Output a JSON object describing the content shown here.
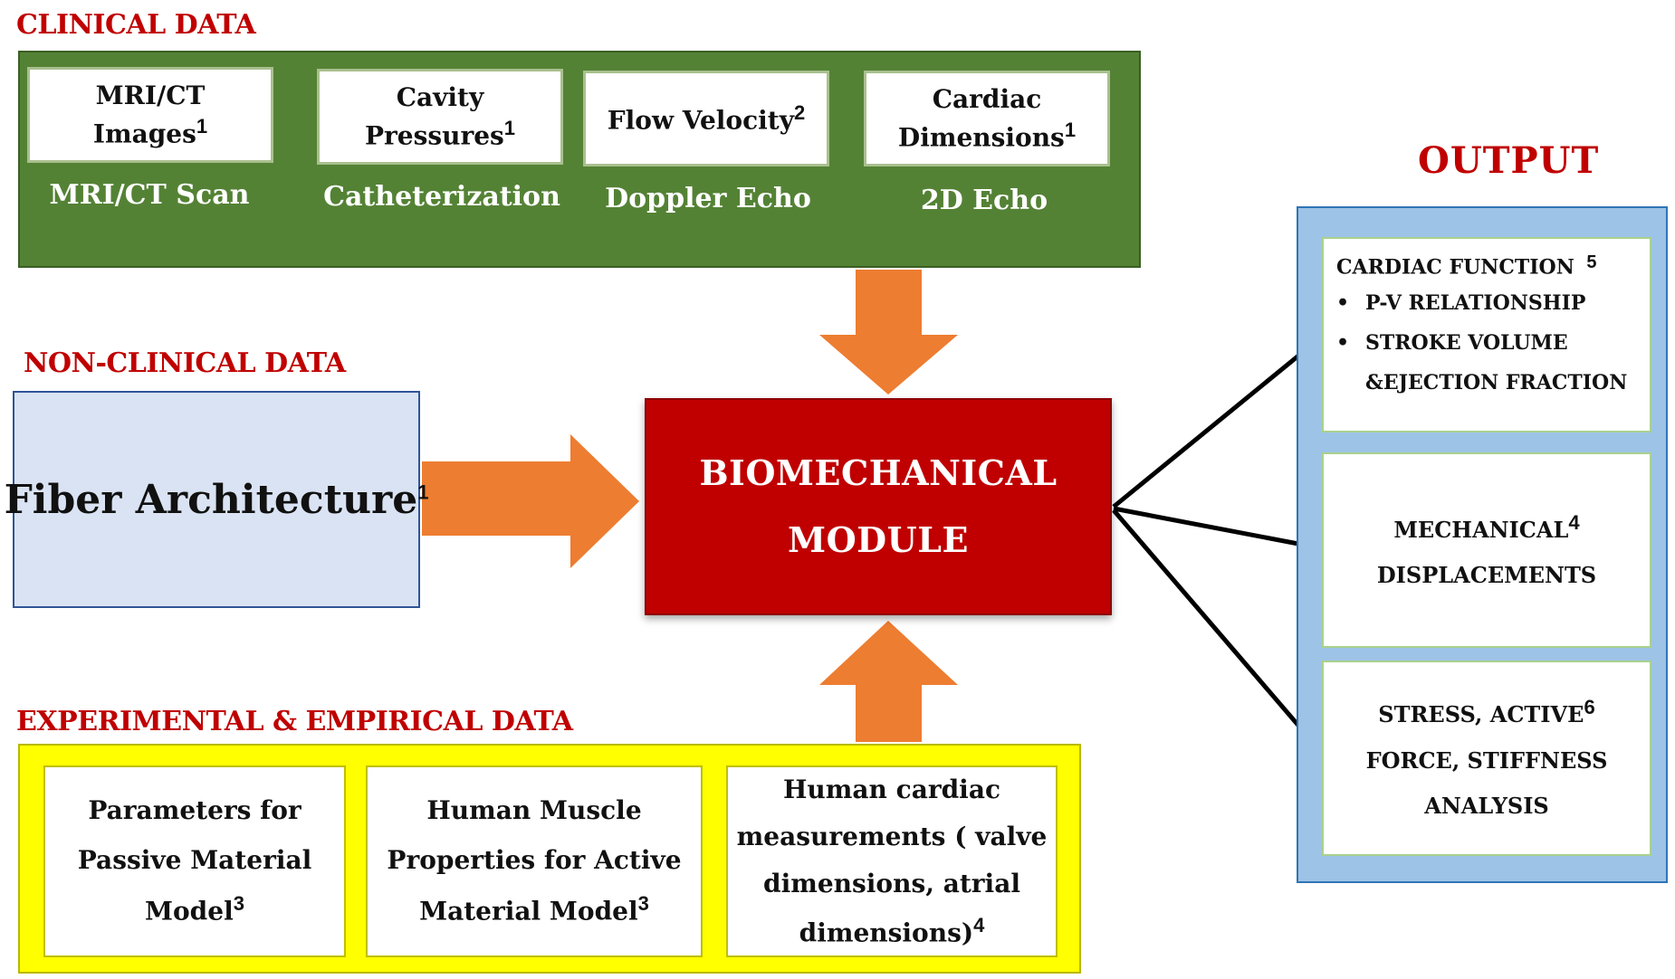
{
  "clinical": {
    "title": "CLINICAL DATA",
    "items": [
      {
        "box_line1": "MRI/CT",
        "box_line2": "Images",
        "sup": "1",
        "label": "MRI/CT Scan"
      },
      {
        "box_line1": "Cavity",
        "box_line2": "Pressures",
        "sup": "1",
        "label": "Catheterization"
      },
      {
        "box_line1": "Flow Velocity",
        "sup": "2",
        "label": "Doppler Echo"
      },
      {
        "box_line1": "Cardiac",
        "box_line2": "Dimensions",
        "sup": "1",
        "label": "2D Echo"
      }
    ]
  },
  "non_clinical": {
    "title": "NON-CLINICAL DATA",
    "box_text": "Fiber Architecture",
    "sup": "1"
  },
  "experimental": {
    "title": "EXPERIMENTAL & EMPIRICAL DATA",
    "items": [
      {
        "lines": [
          "Parameters for",
          "Passive Material",
          "Model"
        ],
        "sup": "3"
      },
      {
        "lines": [
          "Human Muscle",
          "Properties for Active",
          "Material Model"
        ],
        "sup": "3"
      },
      {
        "lines": [
          "Human cardiac",
          "measurements ( valve",
          "dimensions, atrial",
          "dimensions)"
        ],
        "sup": "4"
      }
    ]
  },
  "module": {
    "line1": "BIOMECHANICAL",
    "line2": "MODULE"
  },
  "output": {
    "title": "OUTPUT",
    "cardiac_function": {
      "title": "CARDIAC FUNCTION",
      "sup": "5",
      "bullet1": "P-V RELATIONSHIP",
      "bullet2_line1": "STROKE VOLUME",
      "bullet2_line2": "&EJECTION FRACTION"
    },
    "mechanical": {
      "line1": "MECHANICAL",
      "line2": "DISPLACEMENTS",
      "sup": "4"
    },
    "stress": {
      "line1": "STRESS, ACTIVE",
      "line2": "FORCE, STIFFNESS",
      "line3": "ANALYSIS",
      "sup": "6"
    }
  },
  "colors": {
    "section_title": "#c00000",
    "clinical_bg": "#548235",
    "fiber_bg": "#dae3f3",
    "experimental_bg": "#ffff00",
    "module_bg": "#c00000",
    "arrow": "#ed7d31",
    "output_bg": "#9dc3e6"
  }
}
